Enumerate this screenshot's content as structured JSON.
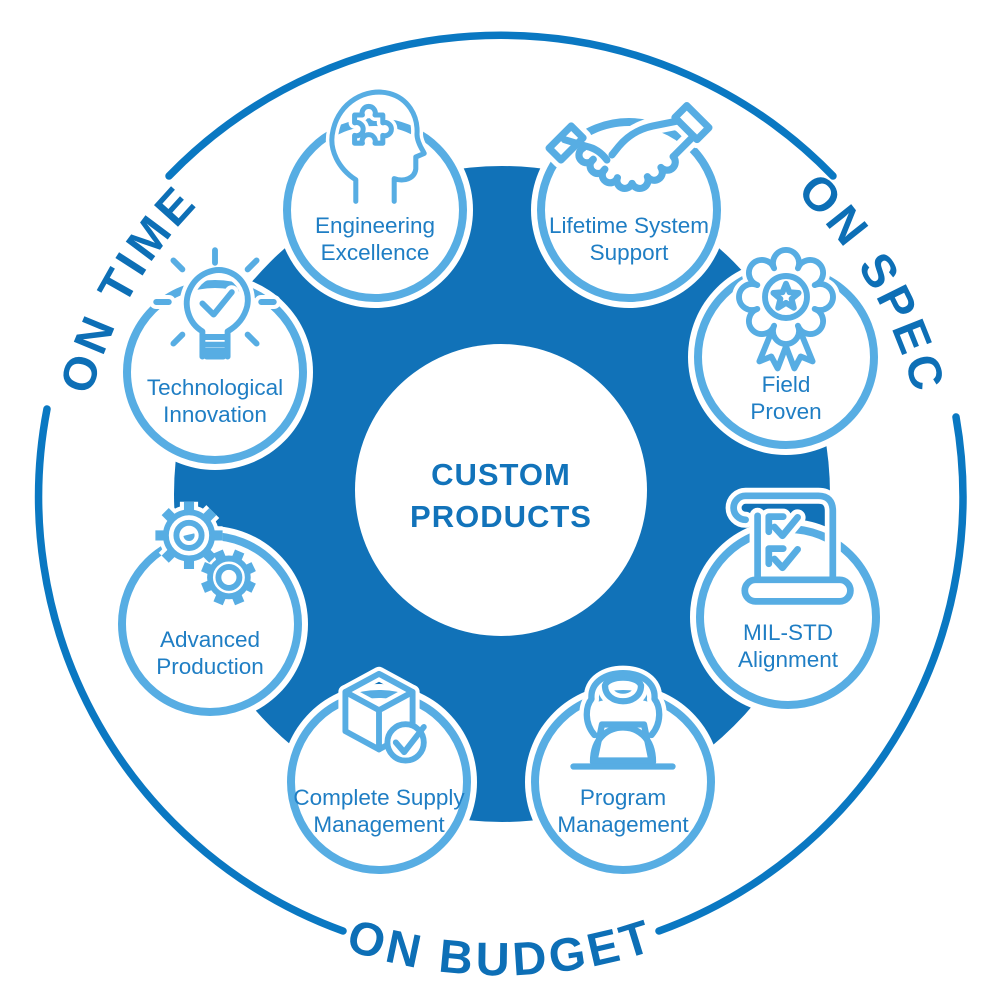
{
  "title": "Custom Products capability wheel",
  "center": {
    "line1": "CUSTOM",
    "line2": "PRODUCTS"
  },
  "ring_labels": {
    "top_left": "ON TIME",
    "top_right": "ON SPEC",
    "bottom": "ON BUDGET"
  },
  "nodes": [
    {
      "label_line1": "Engineering",
      "label_line2": "Excellence",
      "icon": "head-puzzle-icon"
    },
    {
      "label_line1": "Lifetime System",
      "label_line2": "Support",
      "icon": "handshake-icon"
    },
    {
      "label_line1": "Field",
      "label_line2": "Proven",
      "icon": "award-ribbon-icon"
    },
    {
      "label_line1": "MIL-STD",
      "label_line2": "Alignment",
      "icon": "checklist-scroll-icon"
    },
    {
      "label_line1": "Program",
      "label_line2": "Management",
      "icon": "person-laptop-icon"
    },
    {
      "label_line1": "Complete Supply",
      "label_line2": "Management",
      "icon": "box-check-icon"
    },
    {
      "label_line1": "Advanced",
      "label_line2": "Production",
      "icon": "gears-icon"
    },
    {
      "label_line1": "Technological",
      "label_line2": "Innovation",
      "icon": "lightbulb-check-icon"
    }
  ],
  "colors": {
    "outer_arc": "#0a78c2",
    "ring_text": "#0d6fb6",
    "donut_fill": "#1172b8",
    "node_border": "#57ade3",
    "icon_stroke": "#57ade3",
    "node_label_text": "#1f7ec4",
    "center_text": "#1273ba",
    "background": "#ffffff"
  }
}
